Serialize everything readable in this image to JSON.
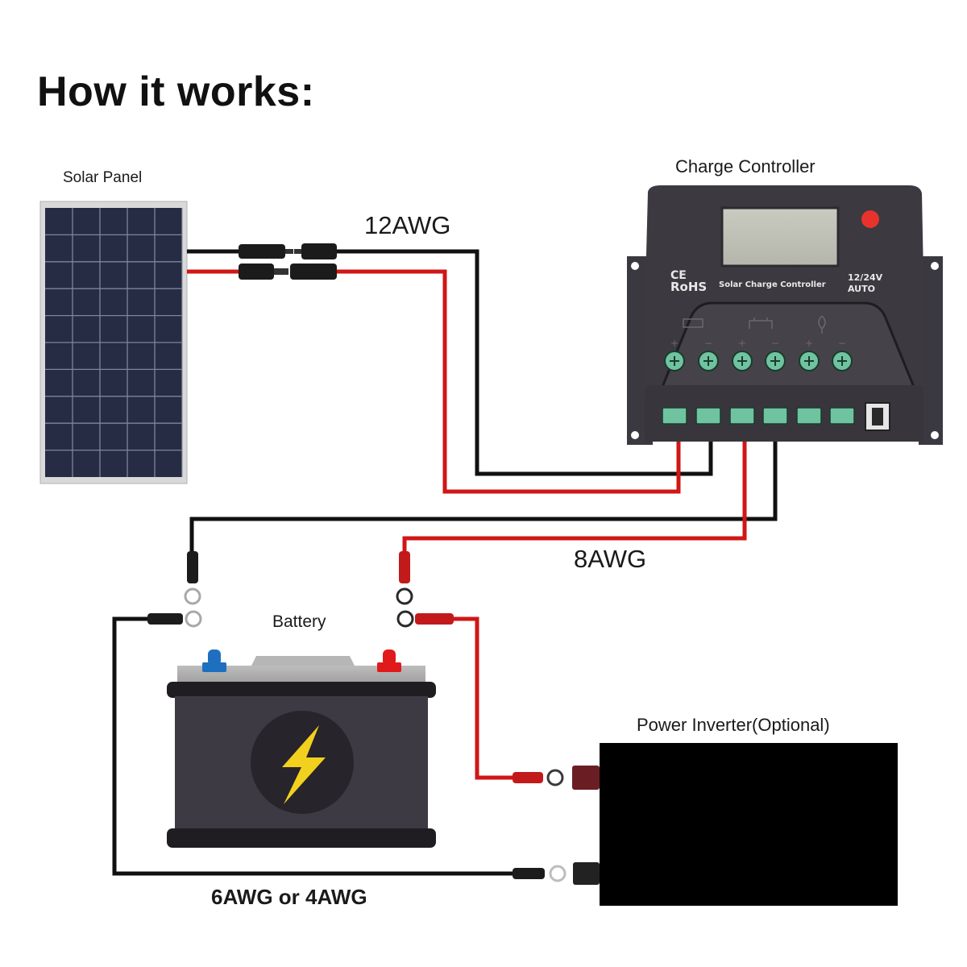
{
  "title": "How it works:",
  "components": {
    "solar_panel": {
      "label": "Solar Panel",
      "icon": "solar-panel-icon"
    },
    "charge_controller": {
      "label": "Charge Controller",
      "icon": "charge-controller-icon",
      "markings": {
        "ce": "CE",
        "rohs": "RoHS",
        "name": "Solar Charge Controller",
        "voltage": "12/24V",
        "mode": "AUTO"
      },
      "terminal_groups": [
        "solar",
        "battery",
        "load"
      ],
      "terminal_polarity": [
        "+",
        "−",
        "+",
        "−",
        "+",
        "−"
      ],
      "usb_port": "usb-port-icon"
    },
    "battery": {
      "label": "Battery",
      "icon": "battery-icon",
      "symbol": "lightning-bolt-icon"
    },
    "inverter": {
      "label": "Power Inverter(Optional)",
      "icon": "power-inverter-icon"
    }
  },
  "wires": {
    "panel_to_controller": {
      "gauge": "12AWG",
      "connector": "MC4"
    },
    "controller_to_battery": {
      "gauge": "8AWG",
      "connector": "ring terminal"
    },
    "battery_to_inverter": {
      "gauge": "6AWG or 4AWG",
      "connector": "ring terminal"
    }
  },
  "colors": {
    "positive_wire": "#d01616",
    "negative_wire": "#111111",
    "battery_negative_post": "#1e6fc0",
    "battery_positive_post": "#e01a1a",
    "bolt": "#f2d01e",
    "controller_body": "#3c3a40",
    "terminal_green": "#6fc3a0",
    "panel_cells": "#262c44"
  }
}
